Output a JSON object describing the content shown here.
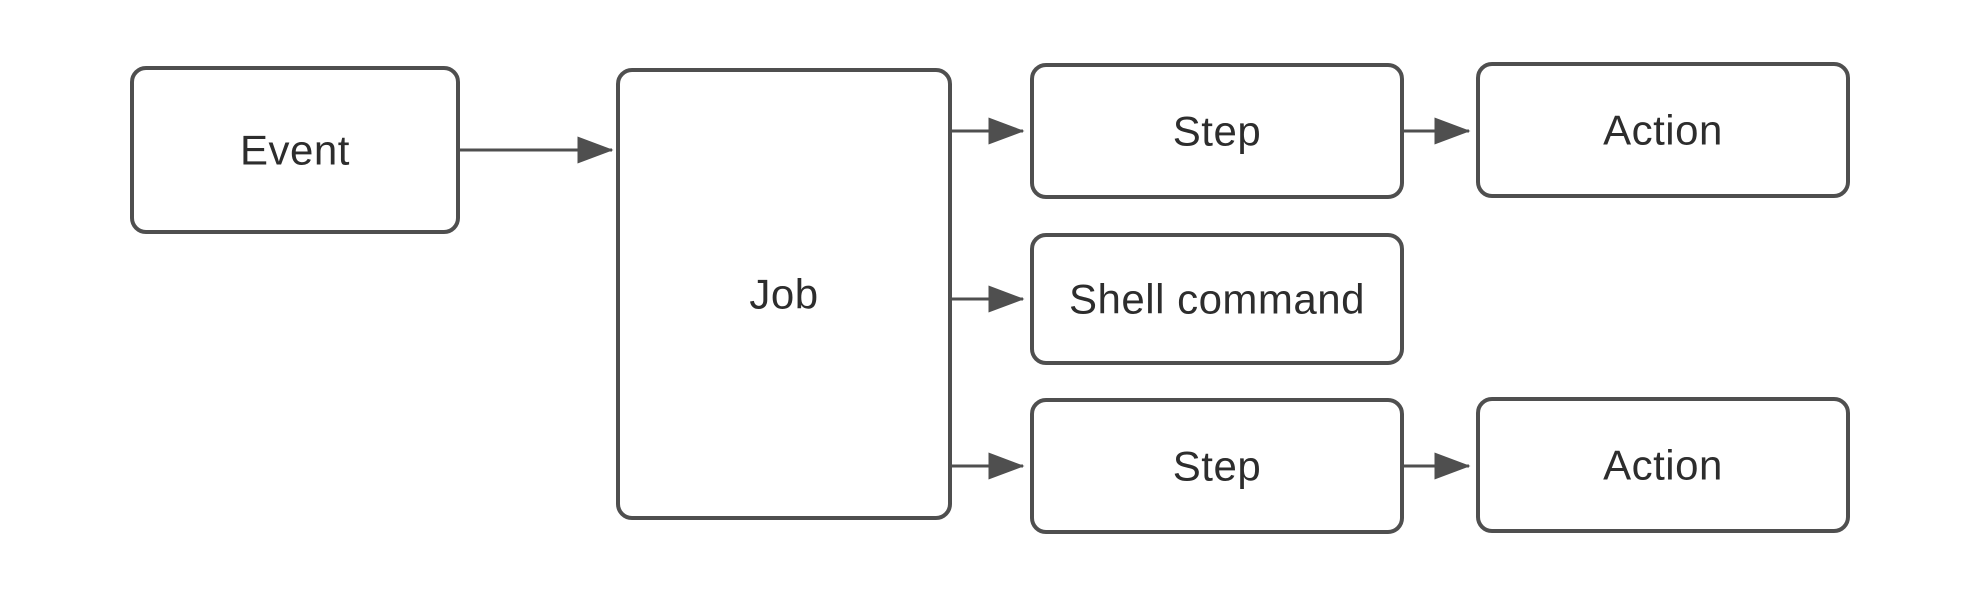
{
  "diagram": {
    "type": "flowchart",
    "nodes": {
      "event": {
        "label": "Event"
      },
      "job": {
        "label": "Job"
      },
      "step_top": {
        "label": "Step"
      },
      "action_top": {
        "label": "Action"
      },
      "shell_command": {
        "label": "Shell command"
      },
      "step_bottom": {
        "label": "Step"
      },
      "action_bottom": {
        "label": "Action"
      }
    },
    "edges": [
      {
        "from": "event",
        "to": "job"
      },
      {
        "from": "job",
        "to": "step_top"
      },
      {
        "from": "job",
        "to": "shell_command"
      },
      {
        "from": "job",
        "to": "step_bottom"
      },
      {
        "from": "step_top",
        "to": "action_top"
      },
      {
        "from": "step_bottom",
        "to": "action_bottom"
      }
    ],
    "colors": {
      "stroke": "#4f4f4f",
      "text": "#2d2d2d",
      "node_fill": "#ffffff",
      "background": "#ffffff"
    }
  }
}
